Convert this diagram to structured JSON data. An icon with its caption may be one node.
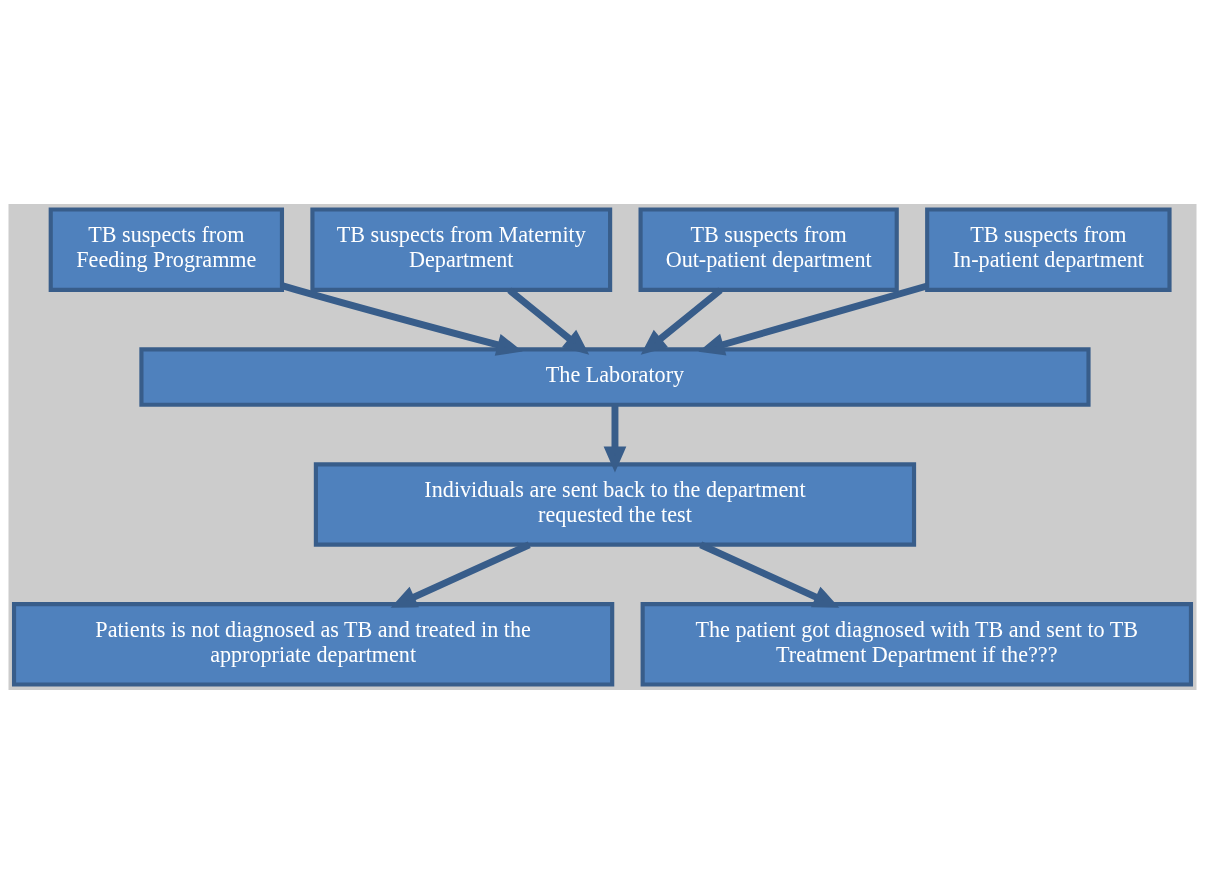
{
  "diagram": {
    "nodes": [
      {
        "text": [
          "TB suspects from Feeding Programme"
        ]
      },
      {
        "text": [
          "TB suspects from Maternity Department"
        ]
      },
      {
        "text": [
          "TB suspects from Out-patient department"
        ]
      },
      {
        "text": [
          "TB suspects from In-patient department"
        ]
      },
      {
        "text": [
          "The Laboratory"
        ]
      },
      {
        "text": [
          "Individuals are sent back to the department requested the test"
        ]
      },
      {
        "text": [
          "Patients is not diagnosed as TB and treated in the appropriate department"
        ]
      },
      {
        "text": [
          "The patient got diagnosed with TB and sent to TB Treatment Department if the???"
        ]
      }
    ],
    "edges": [
      {
        "from": 0,
        "to": 4,
        "arrow": "to"
      },
      {
        "from": 1,
        "to": 4,
        "arrow": "to"
      },
      {
        "from": 2,
        "to": 4,
        "arrow": "to"
      },
      {
        "from": 3,
        "to": 4,
        "arrow": "to"
      },
      {
        "from": 4,
        "to": 5,
        "arrow": "to"
      },
      {
        "from": 5,
        "to": 6,
        "arrow": "to"
      },
      {
        "from": 5,
        "to": 7,
        "arrow": "to"
      }
    ]
  }
}
